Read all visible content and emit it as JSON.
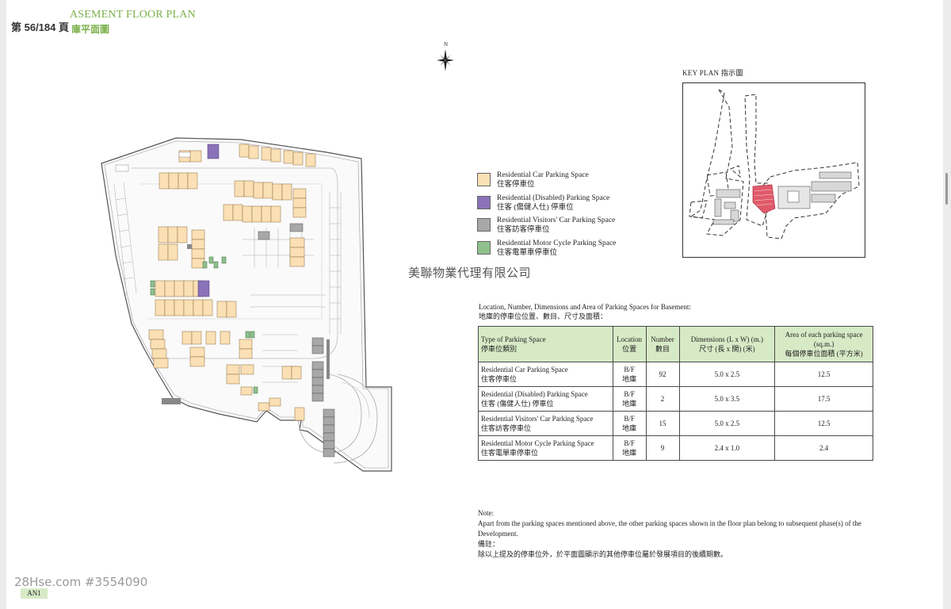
{
  "header": {
    "title_en": "ASEMENT FLOOR PLAN",
    "title_zh": "庫平面圖",
    "page_indicator": "第 56/184 頁"
  },
  "north_label": "N",
  "key_plan": {
    "label": "KEY PLAN 指示圖"
  },
  "legend": [
    {
      "en": "Residential Car Parking Space",
      "zh": "住客停車位",
      "color": "#fbe0b5"
    },
    {
      "en": "Residential (Disabled) Parking Space",
      "zh": "住客 (傷健人仕) 停車位",
      "color": "#8a73b8"
    },
    {
      "en": "Residential Visitors' Car Parking Space",
      "zh": "住客訪客停車位",
      "color": "#a8a8a8"
    },
    {
      "en": "Residential Motor Cycle Parking Space",
      "zh": "住客電單車停車位",
      "color": "#8fc08c"
    }
  ],
  "agency_watermark": "美聯物業代理有限公司",
  "table": {
    "caption_en": "Location, Number, Dimensions and Area of Parking Spaces for Basement:",
    "caption_zh": "地庫的停車位位置、數目、尺寸及面積：",
    "headers": [
      {
        "en": "Type of Parking Space",
        "zh": "停車位類別"
      },
      {
        "en": "Location",
        "zh": "位置"
      },
      {
        "en": "Number",
        "zh": "數目"
      },
      {
        "en": "Dimensions (L x W) (m.)",
        "zh": "尺寸 (長 x 闊) (米)"
      },
      {
        "en": "Area of each parking space (sq.m.)",
        "zh": "每個停車位面積 (平方米)"
      }
    ],
    "rows": [
      {
        "type_en": "Residential Car Parking Space",
        "type_zh": "住客停車位",
        "loc_en": "B/F",
        "loc_zh": "地庫",
        "number": "92",
        "dimensions": "5.0 x 2.5",
        "area": "12.5"
      },
      {
        "type_en": "Residential (Disabled) Parking Space",
        "type_zh": "住客 (傷健人仕) 停車位",
        "loc_en": "B/F",
        "loc_zh": "地庫",
        "number": "2",
        "dimensions": "5.0 x 3.5",
        "area": "17.5"
      },
      {
        "type_en": "Residential Visitors' Car Parking Space",
        "type_zh": "住客訪客停車位",
        "loc_en": "B/F",
        "loc_zh": "地庫",
        "number": "15",
        "dimensions": "5.0 x 2.5",
        "area": "12.5"
      },
      {
        "type_en": "Residential Motor Cycle Parking Space",
        "type_zh": "住客電單車停車位",
        "loc_en": "B/F",
        "loc_zh": "地庫",
        "number": "9",
        "dimensions": "2.4 x 1.0",
        "area": "2.4"
      }
    ]
  },
  "note": {
    "heading_en": "Note:",
    "text_en": "Apart from the parking spaces mentioned above, the other parking spaces shown in the floor plan belong to subsequent phase(s) of the Development.",
    "heading_zh": "備註：",
    "text_zh": "除以上提及的停車位外，於平面圖顯示的其他停車位屬於發展項目的後續期數。"
  },
  "footer": {
    "watermark": "28Hse.com #3554090",
    "sheet_code": "AN1"
  }
}
